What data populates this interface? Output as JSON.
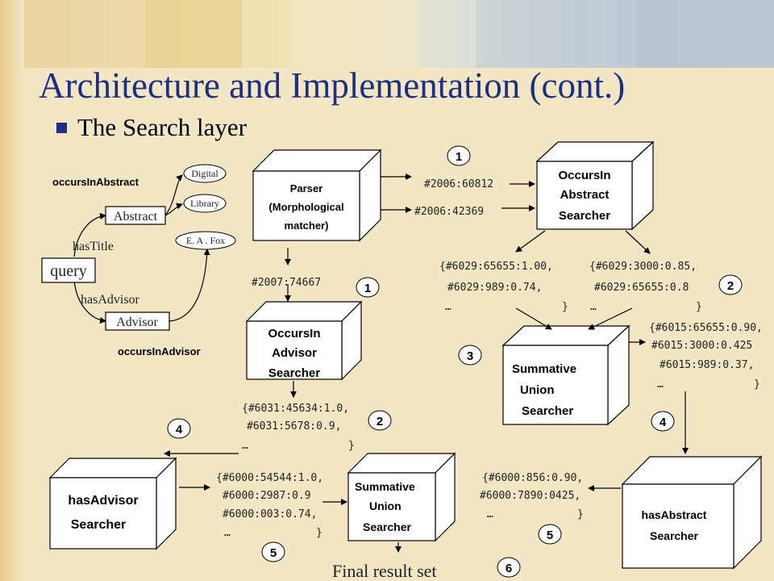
{
  "title": "Architecture and Implementation (cont.)",
  "subtitle": "The Search layer",
  "query": {
    "root": "query",
    "has_title": "hasTitle",
    "has_advisor": "hasAdvisor",
    "abstract": "Abstract",
    "advisor": "Advisor",
    "occurs_in_abstract": "occursInAbstract",
    "occurs_in_advisor": "occursInAdvisor",
    "term_digital": "Digital",
    "term_library": "Library",
    "term_author": "E. A . Fox"
  },
  "parser": {
    "line1": "Parser",
    "line2": "(Morphological",
    "line3": "matcher)"
  },
  "ids": {
    "abstract_1": "#2006:60812",
    "abstract_2": "#2006:42369",
    "advisor_1": "#2007:74667"
  },
  "boxes": {
    "occurs_abstract": [
      "OccursIn",
      "Abstract",
      "Searcher"
    ],
    "occurs_advisor": [
      "OccursIn",
      "Advisor",
      "Searcher"
    ],
    "summative_top": [
      "Summative",
      "Union",
      "Searcher"
    ],
    "has_advisor": [
      "hasAdvisor",
      "Searcher"
    ],
    "summative_bottom": [
      "Summative",
      "Union",
      "Searcher"
    ],
    "has_abstract": [
      "hasAbstract",
      "Searcher"
    ]
  },
  "result_sets": {
    "abs_left": [
      "{#6029:65655:1.00,",
      "#6029:989:0.74,",
      "…",
      "}"
    ],
    "abs_right": [
      "{#6029:3000:0.85,",
      "#6029:65655:0.8",
      "…",
      "}"
    ],
    "union_top": [
      "{#6015:65655:0.90,",
      "#6015:3000:0.425",
      "#6015:989:0.37,",
      "…",
      "}"
    ],
    "advisor": [
      "{#6031:45634:1.0,",
      "#6031:5678:0.9,",
      "…",
      "}"
    ],
    "has_advisor": [
      "{#6000:54544:1.0,",
      "#6000:2987:0.9",
      "#6000:003:0.74,",
      "…",
      "}"
    ],
    "has_abstract": [
      "{#6000:856:0.90,",
      "#6000:7890:0425,",
      "…",
      "}"
    ]
  },
  "steps": [
    "1",
    "1",
    "2",
    "3",
    "4",
    "2",
    "4",
    "5",
    "5",
    "6"
  ],
  "final": "Final result set"
}
